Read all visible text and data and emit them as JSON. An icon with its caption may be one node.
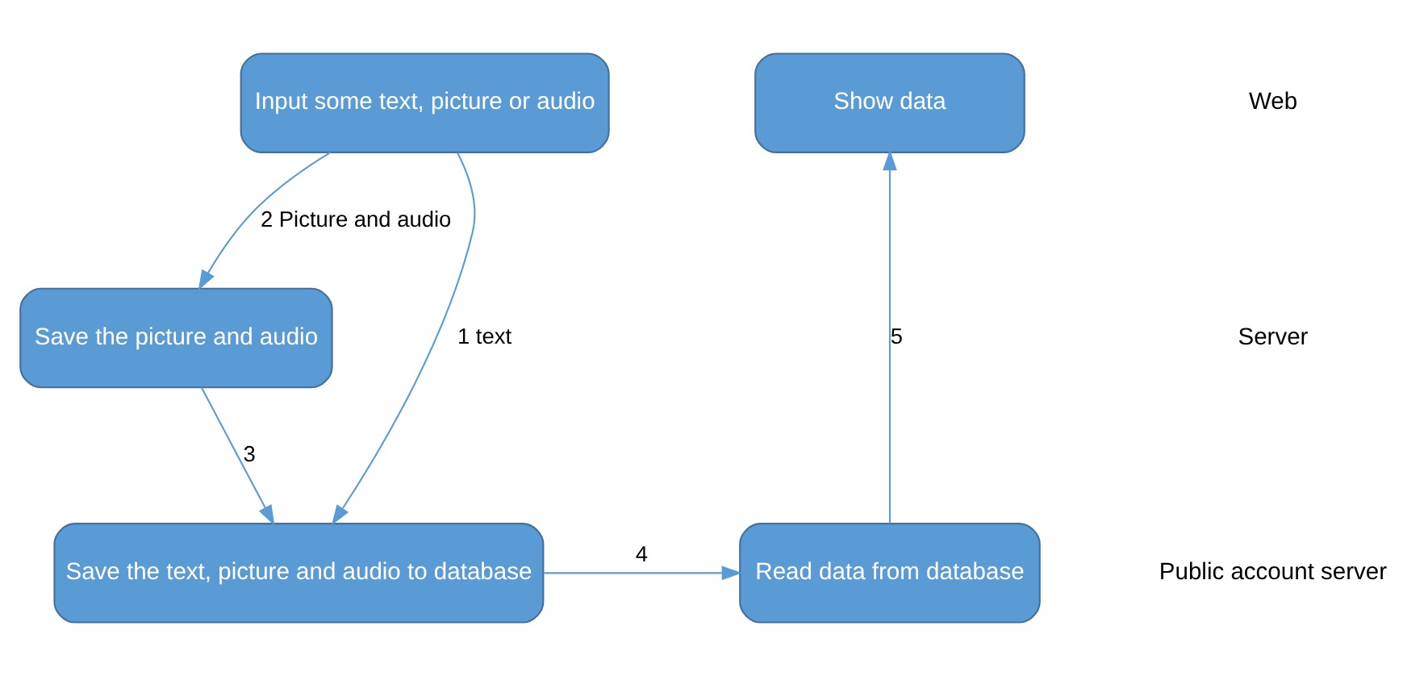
{
  "diagram": {
    "nodes": [
      {
        "text": [
          "Input some text, picture or audio"
        ]
      },
      {
        "text": [
          "Show data"
        ]
      },
      {
        "text": [
          "Save the picture and audio"
        ]
      },
      {
        "text": [
          "Save the text, picture and audio to database"
        ]
      },
      {
        "text": [
          "Read data from database"
        ]
      }
    ],
    "edges": [
      {
        "from": 0,
        "to": 3,
        "arrow": "to",
        "label": "1 text"
      },
      {
        "from": 0,
        "to": 2,
        "arrow": "to",
        "label": "2 Picture and audio"
      },
      {
        "from": 2,
        "to": 3,
        "arrow": "to",
        "label": "3"
      },
      {
        "from": 3,
        "to": 4,
        "arrow": "to",
        "label": "4"
      },
      {
        "from": 4,
        "to": 1,
        "arrow": "to",
        "label": "5"
      }
    ],
    "labels": [
      "Web",
      "Server",
      "Public account server"
    ]
  }
}
